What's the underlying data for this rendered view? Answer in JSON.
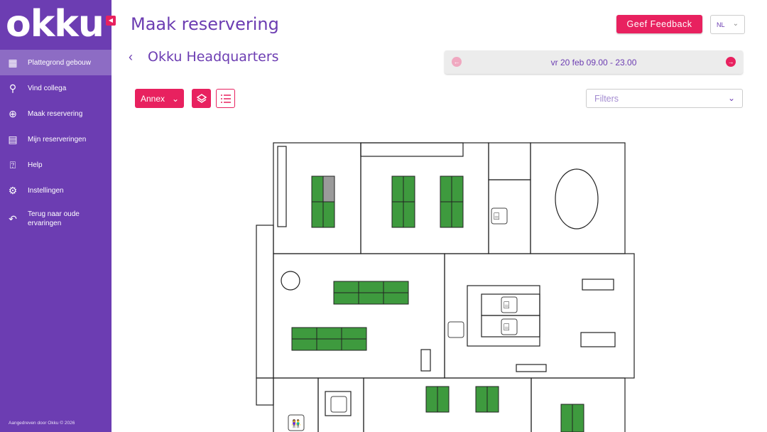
{
  "sidebar": {
    "logo": "okku",
    "items": [
      {
        "label": "Plattegrond gebouw",
        "icon": "floorplan-icon",
        "active": true
      },
      {
        "label": "Vind collega",
        "icon": "find-person-icon"
      },
      {
        "label": "Maak reservering",
        "icon": "plus-circle-icon"
      },
      {
        "label": "Mijn reserveringen",
        "icon": "calendar-icon"
      },
      {
        "label": "Help",
        "icon": "help-icon"
      },
      {
        "label": "Instellingen",
        "icon": "gear-icon"
      },
      {
        "label": "Terug naar oude ervaringen",
        "icon": "undo-icon"
      }
    ],
    "footer": "Aangedreven door Okku © 2026"
  },
  "header": {
    "title": "Maak reservering",
    "feedback": "Geef Feedback",
    "language": "NL"
  },
  "location": {
    "title": "Okku Headquarters",
    "date": "vr 20 feb 09.00 - 23.00"
  },
  "toolbar": {
    "floor": "Annex",
    "filters_placeholder": "Filters"
  },
  "colors": {
    "accent": "#e8215f",
    "brand": "#6c3db2",
    "desk_free": "#3e9a3e",
    "desk_busy": "#9a9a9a"
  }
}
